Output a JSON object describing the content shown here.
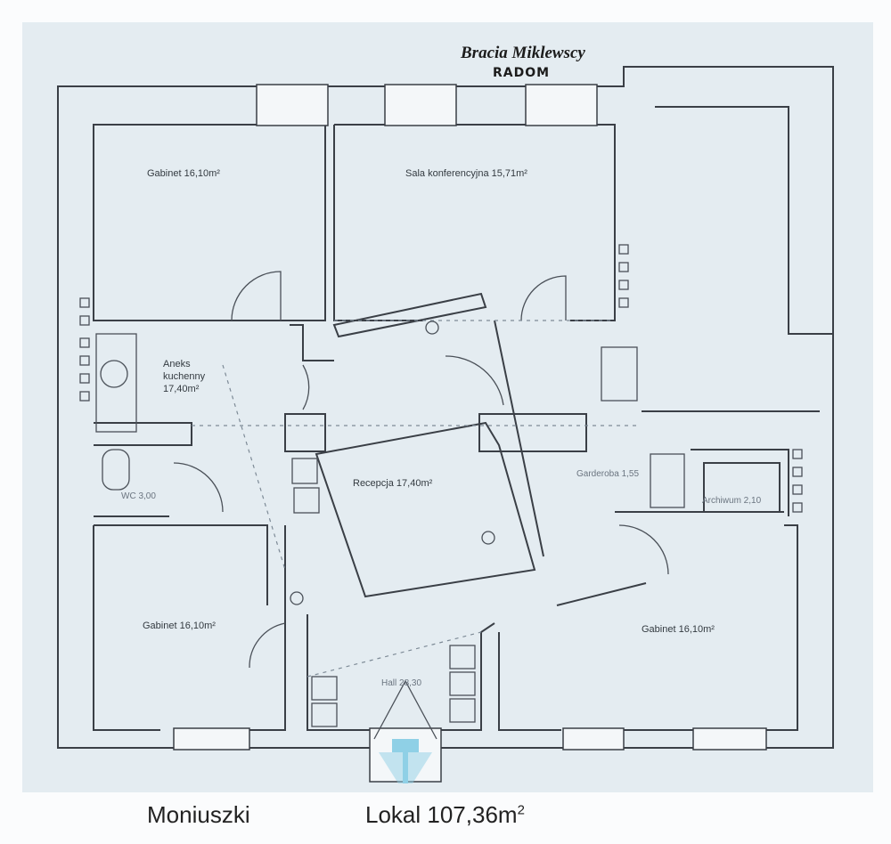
{
  "header": {
    "brand": "Bracia Miklewscy",
    "city": "RADOM"
  },
  "rooms": {
    "gabinet_top_left": "Gabinet 16,10m²",
    "sala": "Sala konferencyjna 15,71m²",
    "aneks_1": "Aneks",
    "aneks_2": "kuchenny",
    "aneks_3": "17,40m²",
    "wc": "WC 3,00",
    "recepcja": "Recepcja 17,40m²",
    "garderoba": "Garderoba 1,55",
    "archiwum": "Archiwum 2,10",
    "gabinet_bottom_left": "Gabinet 16,10m²",
    "gabinet_bottom_right": "Gabinet 16,10m²",
    "hall": "Hall 28,30"
  },
  "footer": {
    "street": "Moniuszki",
    "lokal_label": "Lokal 107,36m",
    "lokal_sup": "2"
  },
  "colors": {
    "background": "#e4ecf1",
    "arrow": "#8fd0e6",
    "wall": "#3a3f46"
  }
}
